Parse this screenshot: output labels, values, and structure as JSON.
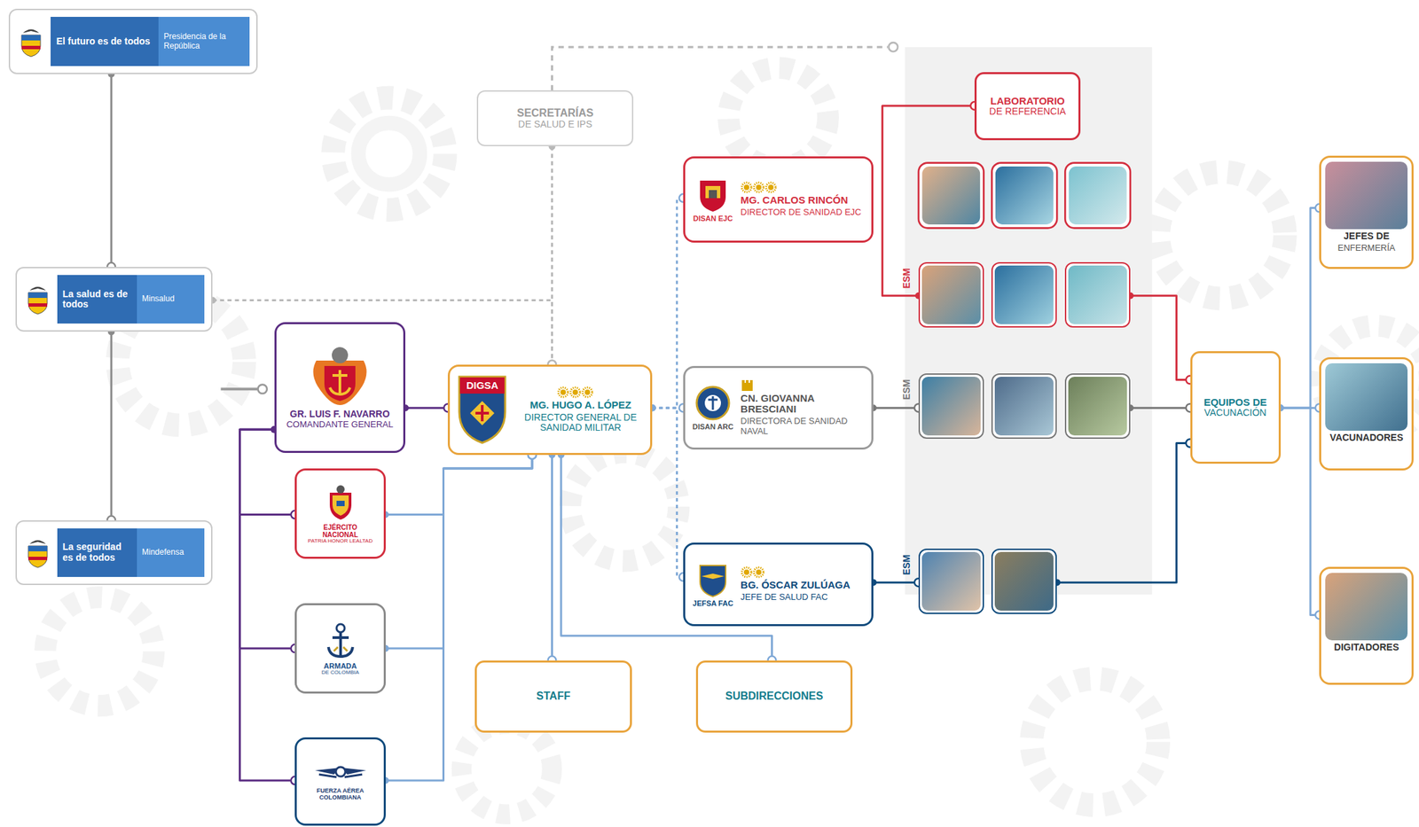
{
  "diagram": {
    "nodes": [
      {
        "text": [
          "El futuro es de todos",
          "Presidencia de la República"
        ]
      },
      {
        "text": [
          "La salud es de todos",
          "Minsalud"
        ]
      },
      {
        "text": [
          "La seguridad es de todos",
          "Mindefensa"
        ]
      },
      {
        "text": [
          "SECRETARÍAS",
          "DE SALUD E IPS"
        ]
      },
      {
        "text": [
          "GR. LUIS F. NAVARRO",
          "COMANDANTE GENERAL"
        ]
      },
      {
        "text": [
          "EJÉRCITO NACIONAL",
          "PATRIA HONOR LEALTAD"
        ]
      },
      {
        "text": [
          "ARMADA",
          "DE COLOMBIA"
        ]
      },
      {
        "text": [
          "FUERZA AÉREA COLOMBIANA"
        ]
      },
      {
        "text": [
          "DIGSA",
          "MG. HUGO A. LÓPEZ",
          "DIRECTOR GENERAL DE SANIDAD MILITAR"
        ]
      },
      {
        "text": [
          "STAFF"
        ]
      },
      {
        "text": [
          "SUBDIRECCIONES"
        ]
      },
      {
        "text": [
          "DISAN EJC",
          "MG. CARLOS RINCÓN",
          "DIRECTOR DE SANIDAD EJC"
        ]
      },
      {
        "text": [
          "DISAN ARC",
          "CN. GIOVANNA BRESCIANI",
          "DIRECTORA DE SANIDAD NAVAL"
        ]
      },
      {
        "text": [
          "JEFSA FAC",
          "BG. ÓSCAR ZULÚAGA",
          "JEFE DE SALUD FAC"
        ]
      },
      {
        "text": [
          "LABORATORIO",
          "DE REFERENCIA"
        ]
      },
      {
        "text": [
          "ESM"
        ]
      },
      {
        "text": [
          "ESM"
        ]
      },
      {
        "text": [
          "ESM"
        ]
      },
      {
        "text": [
          "EQUIPOS DE",
          "VACUNACIÓN"
        ]
      },
      {
        "text": [
          "JEFES DE",
          "ENFERMERÍA"
        ]
      },
      {
        "text": [
          "VACUNADORES"
        ]
      },
      {
        "text": [
          "DIGITADORES"
        ]
      }
    ],
    "edges": [
      {
        "from": 0,
        "to": 1,
        "arrow": "none"
      },
      {
        "from": 1,
        "to": 2,
        "arrow": "none"
      },
      {
        "from": 1,
        "to": 8,
        "arrow": "none"
      },
      {
        "from": 3,
        "to": 8,
        "arrow": "none"
      },
      {
        "from": 4,
        "to": 8,
        "arrow": "none"
      },
      {
        "from": 4,
        "to": 5,
        "arrow": "none"
      },
      {
        "from": 4,
        "to": 6,
        "arrow": "none"
      },
      {
        "from": 4,
        "to": 7,
        "arrow": "none"
      },
      {
        "from": 5,
        "to": 8,
        "arrow": "none"
      },
      {
        "from": 6,
        "to": 8,
        "arrow": "none"
      },
      {
        "from": 7,
        "to": 8,
        "arrow": "none"
      },
      {
        "from": 8,
        "to": 9,
        "arrow": "none"
      },
      {
        "from": 8,
        "to": 10,
        "arrow": "none"
      },
      {
        "from": 8,
        "to": 11,
        "arrow": "none"
      },
      {
        "from": 8,
        "to": 12,
        "arrow": "none"
      },
      {
        "from": 8,
        "to": 13,
        "arrow": "none"
      },
      {
        "from": 15,
        "to": 14,
        "arrow": "none"
      },
      {
        "from": 12,
        "to": 16,
        "arrow": "none"
      },
      {
        "from": 13,
        "to": 17,
        "arrow": "none"
      },
      {
        "from": 15,
        "to": 18,
        "arrow": "none"
      },
      {
        "from": 16,
        "to": 18,
        "arrow": "none"
      },
      {
        "from": 17,
        "to": 18,
        "arrow": "none"
      },
      {
        "from": 18,
        "to": 19,
        "arrow": "none"
      },
      {
        "from": 18,
        "to": 20,
        "arrow": "none"
      },
      {
        "from": 18,
        "to": 21,
        "arrow": "none"
      }
    ]
  }
}
